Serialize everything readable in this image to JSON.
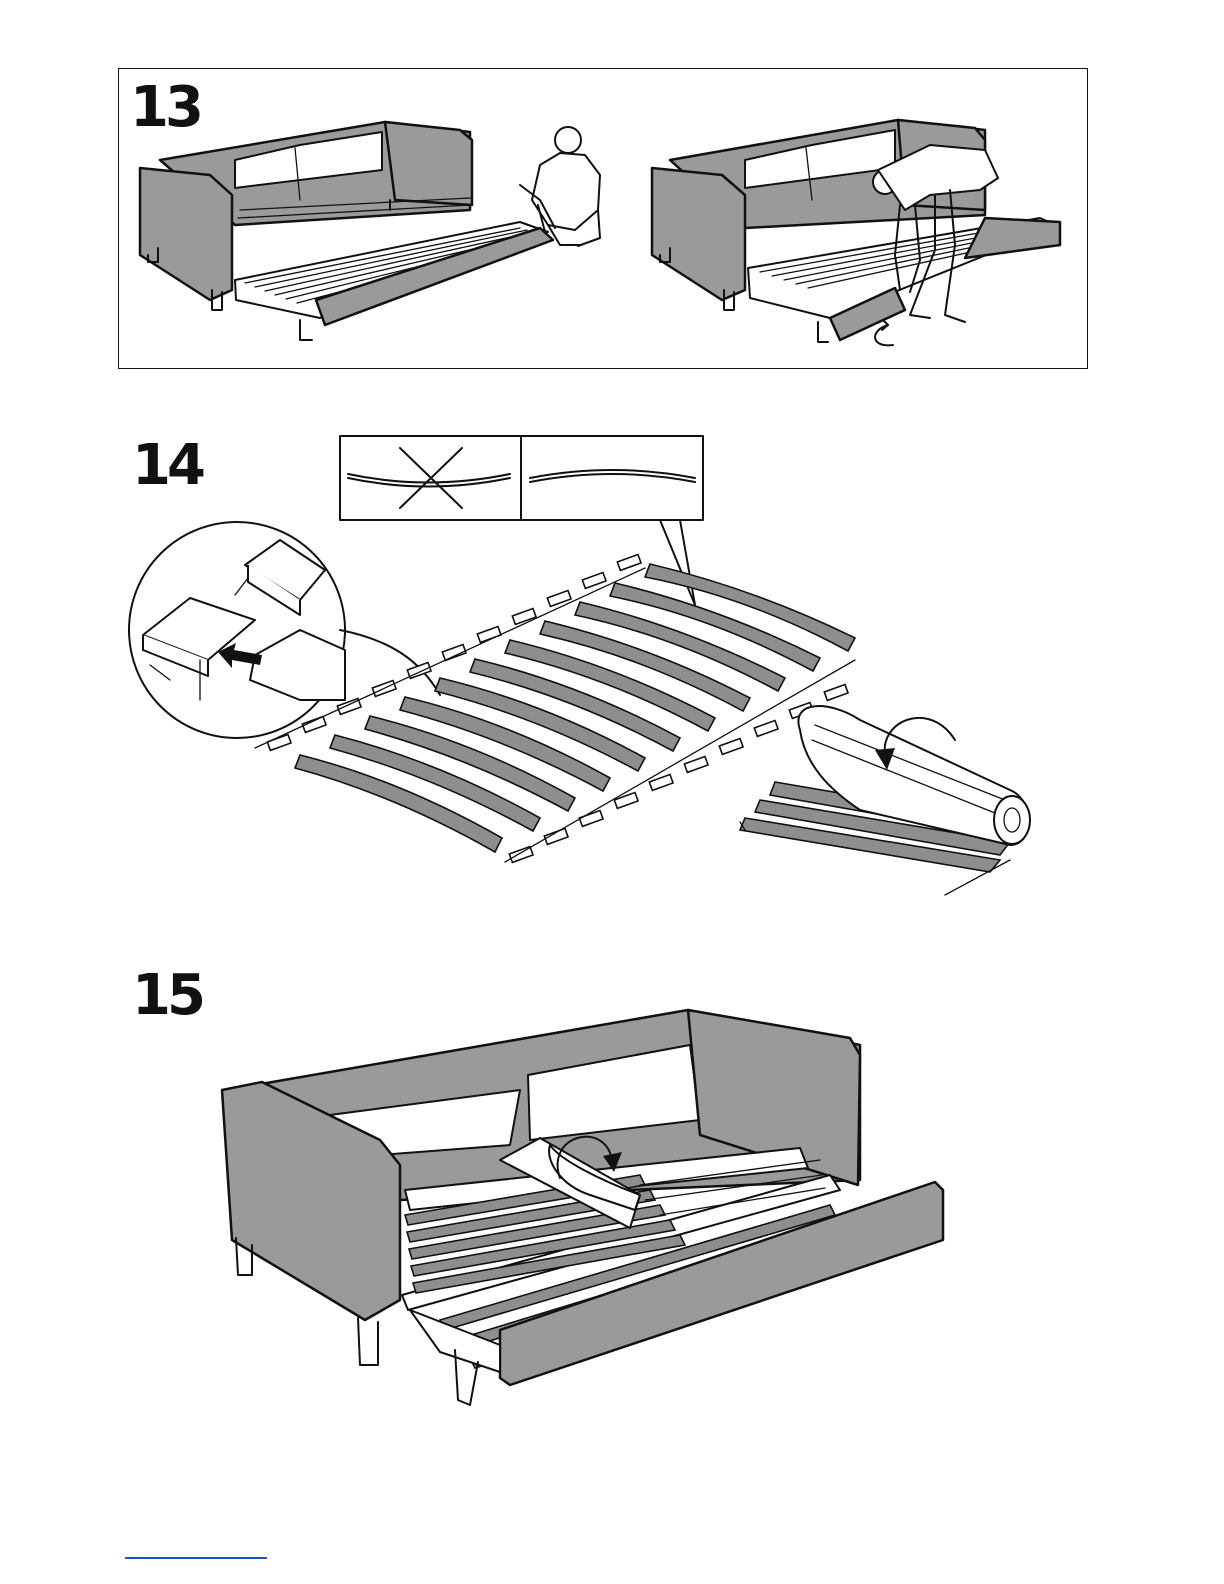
{
  "steps": [
    {
      "number": "13"
    },
    {
      "number": "14"
    },
    {
      "number": "15"
    }
  ],
  "colors": {
    "upholstery": "#9a9a9a",
    "outline": "#111111",
    "footer_rule": "#1a56c4"
  }
}
